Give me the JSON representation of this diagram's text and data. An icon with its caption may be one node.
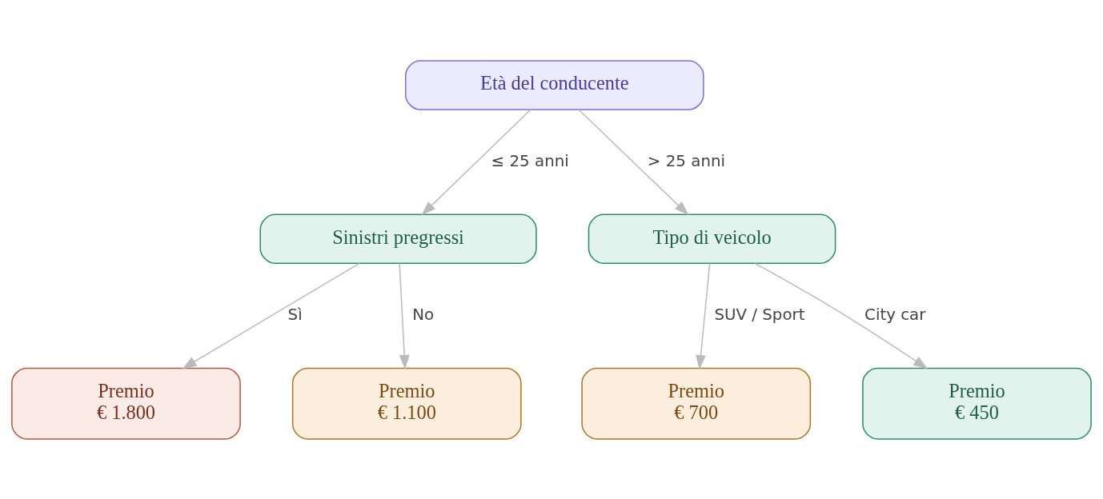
{
  "diagram": {
    "nodes": [
      {
        "text": [
          "Età del conducente"
        ]
      },
      {
        "text": [
          "Sinistri pregressi"
        ]
      },
      {
        "text": [
          "Tipo di veicolo"
        ]
      },
      {
        "text": [
          "Premio",
          "€ 1.800"
        ]
      },
      {
        "text": [
          "Premio",
          "€ 1.100"
        ]
      },
      {
        "text": [
          "Premio",
          "€ 700"
        ]
      },
      {
        "text": [
          "Premio",
          "€ 450"
        ]
      }
    ],
    "edges": [
      {
        "from": 0,
        "to": 1,
        "arrow": "to",
        "label": "≤ 25 anni"
      },
      {
        "from": 0,
        "to": 2,
        "arrow": "to",
        "label": "> 25 anni"
      },
      {
        "from": 1,
        "to": 3,
        "arrow": "to",
        "label": "Sì"
      },
      {
        "from": 1,
        "to": 4,
        "arrow": "to",
        "label": "No"
      },
      {
        "from": 2,
        "to": 5,
        "arrow": "to",
        "label": "SUV / Sport"
      },
      {
        "from": 2,
        "to": 6,
        "arrow": "to",
        "label": "City car"
      }
    ]
  }
}
